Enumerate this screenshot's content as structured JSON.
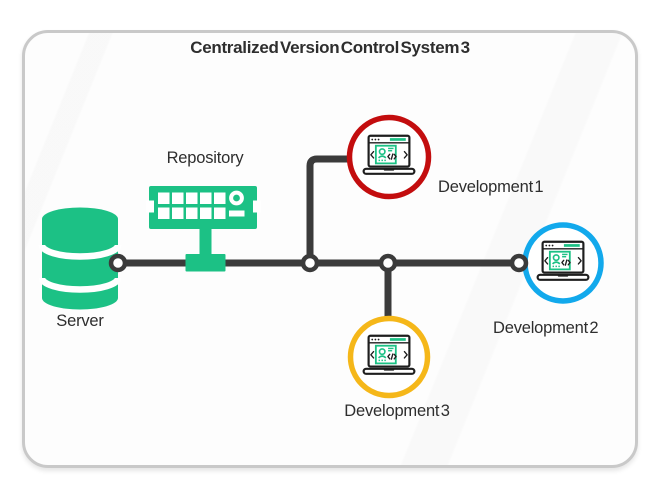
{
  "palette": {
    "green": "#1CC185",
    "line": "#3B3B3B",
    "icon-dark": "#1E1E1E",
    "frame-border": "#C9C9C9",
    "text": "#2E2E2E"
  },
  "diagram": {
    "title": "Centralized Version Control System 3",
    "nodes": {
      "server": {
        "label": "Server",
        "type": "database-cylinder",
        "color": "#1CC185"
      },
      "repository": {
        "label": "Repository",
        "type": "memory-module",
        "color": "#1CC185"
      },
      "dev1": {
        "label": "Development 1",
        "type": "developer-laptop",
        "ring_color": "#C30D0E"
      },
      "dev2": {
        "label": "Development 2",
        "type": "developer-laptop",
        "ring_color": "#12A9EC"
      },
      "dev3": {
        "label": "Development 3",
        "type": "developer-laptop",
        "ring_color": "#F5B719"
      }
    }
  }
}
